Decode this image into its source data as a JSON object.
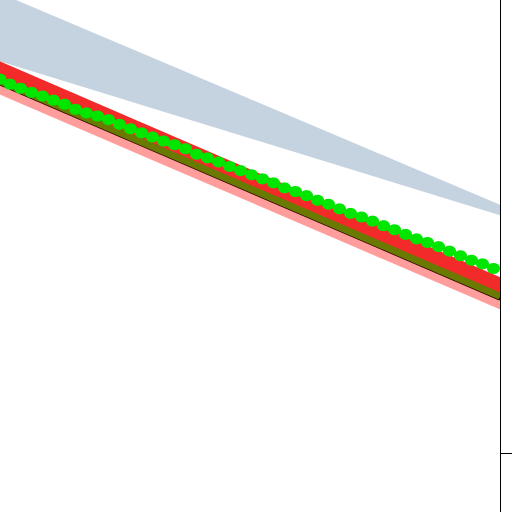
{
  "chart_data": {
    "type": "line",
    "title": "",
    "xlabel": "",
    "ylabel": "",
    "grid": false,
    "legend": "none",
    "xlim": [
      0,
      10
    ],
    "ylim": [
      0,
      10
    ],
    "colors": {
      "band_fill": "#c5d3e0",
      "bright_band": "#f22a2a",
      "pale_band": "#ff9c9c",
      "underline": "#2a0000",
      "center_line": "#6a7a00",
      "markers": "#00e600",
      "axis": "#000000"
    },
    "bands": [
      {
        "role": "upper-band",
        "x": [
          0,
          10
        ],
        "lower": [
          8.65,
          5.27
        ],
        "upper": [
          10.15,
          5.5
        ]
      },
      {
        "role": "pale-band",
        "x": [
          0,
          10
        ],
        "lower": [
          7.92,
          3.2
        ],
        "upper": [
          8.2,
          3.46
        ]
      },
      {
        "role": "red-band",
        "x": [
          0,
          10
        ],
        "lower": [
          8.2,
          3.46
        ],
        "upper": [
          8.65,
          3.91
        ]
      }
    ],
    "series": [
      {
        "role": "center-line",
        "x": [
          0,
          10
        ],
        "y": [
          8.22,
          3.49
        ]
      },
      {
        "role": "markers",
        "x": [
          0.0,
          0.2,
          0.41,
          0.63,
          0.85,
          1.07,
          1.29,
          1.51,
          1.73,
          1.95,
          2.17,
          2.39,
          2.61,
          2.83,
          3.05,
          3.27,
          3.49,
          3.71,
          3.93,
          4.15,
          4.37,
          4.59,
          4.81,
          5.03,
          5.25,
          5.47,
          5.69,
          5.91,
          6.13,
          6.35,
          6.57,
          6.79,
          7.01,
          7.23,
          7.45,
          7.67,
          7.89,
          8.11,
          8.33,
          8.55,
          8.77,
          8.99,
          9.21,
          9.43,
          9.65,
          9.87
        ],
        "y": [
          8.26,
          8.15,
          8.06,
          7.97,
          7.89,
          7.8,
          7.71,
          7.6,
          7.52,
          7.45,
          7.37,
          7.27,
          7.17,
          7.08,
          6.99,
          6.9,
          6.82,
          6.73,
          6.61,
          6.53,
          6.44,
          6.34,
          6.25,
          6.16,
          6.07,
          5.98,
          5.87,
          5.79,
          5.7,
          5.6,
          5.51,
          5.41,
          5.31,
          5.23,
          5.14,
          5.04,
          4.95,
          4.85,
          4.75,
          4.67,
          4.58,
          4.48,
          4.38,
          4.28,
          4.2,
          4.1
        ]
      }
    ]
  }
}
